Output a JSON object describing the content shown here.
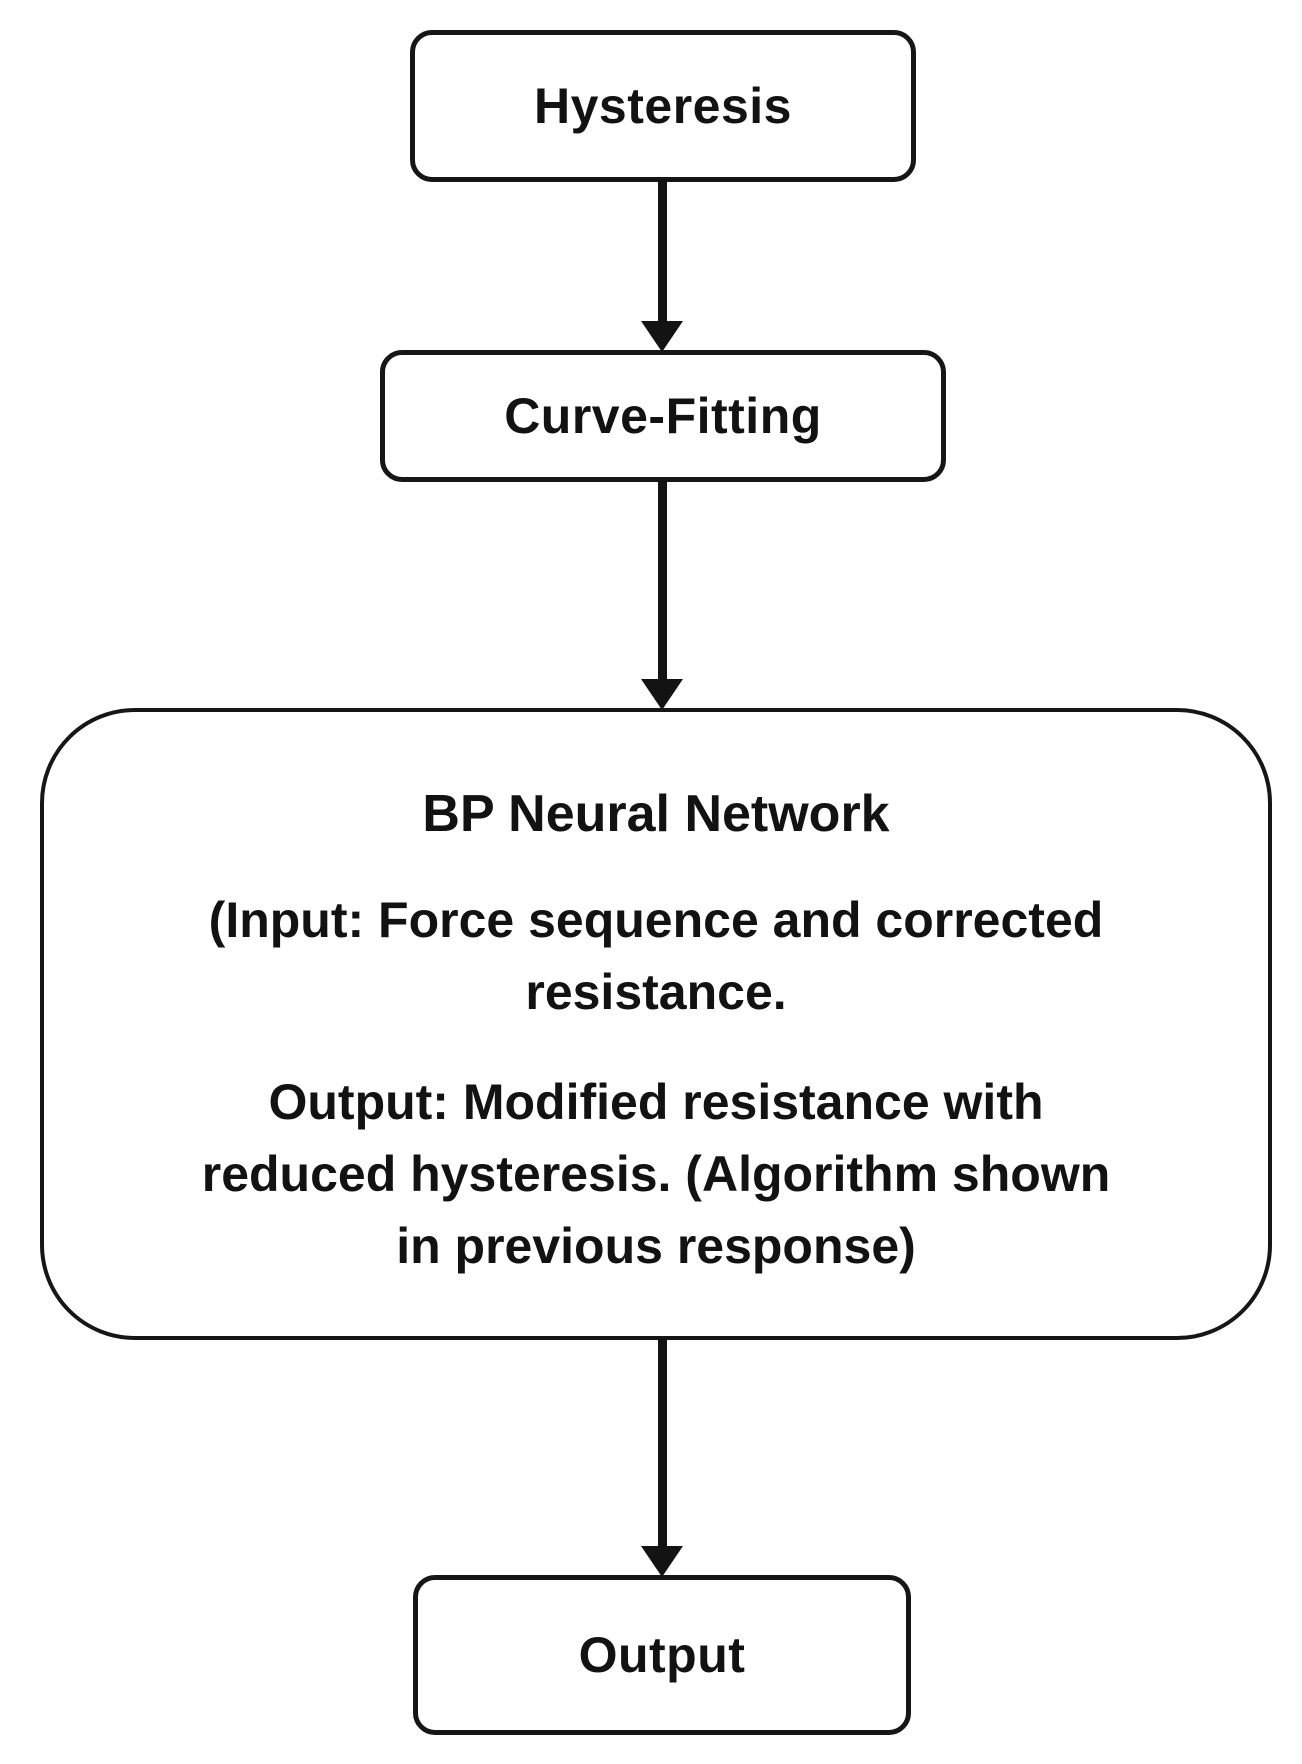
{
  "diagram": {
    "type": "flowchart",
    "background_color": "#ffffff",
    "stroke_color": "#131313",
    "text_color": "#121212",
    "nodes": {
      "hysteresis": {
        "label": "Hysteresis"
      },
      "curve_fitting": {
        "label": "Curve-Fitting"
      },
      "bp_network": {
        "title": "BP Neural Network",
        "input_lines": [
          "(Input: Force sequence and corrected",
          "resistance."
        ],
        "output_lines": [
          "Output: Modified resistance with",
          "reduced hysteresis. (Algorithm shown",
          "in previous response)"
        ]
      },
      "output": {
        "label": "Output"
      }
    },
    "edges": [
      {
        "from": "Hysteresis",
        "to": "Curve-Fitting"
      },
      {
        "from": "Curve-Fitting",
        "to": "BP Neural Network"
      },
      {
        "from": "BP Neural Network",
        "to": "Output"
      }
    ]
  }
}
